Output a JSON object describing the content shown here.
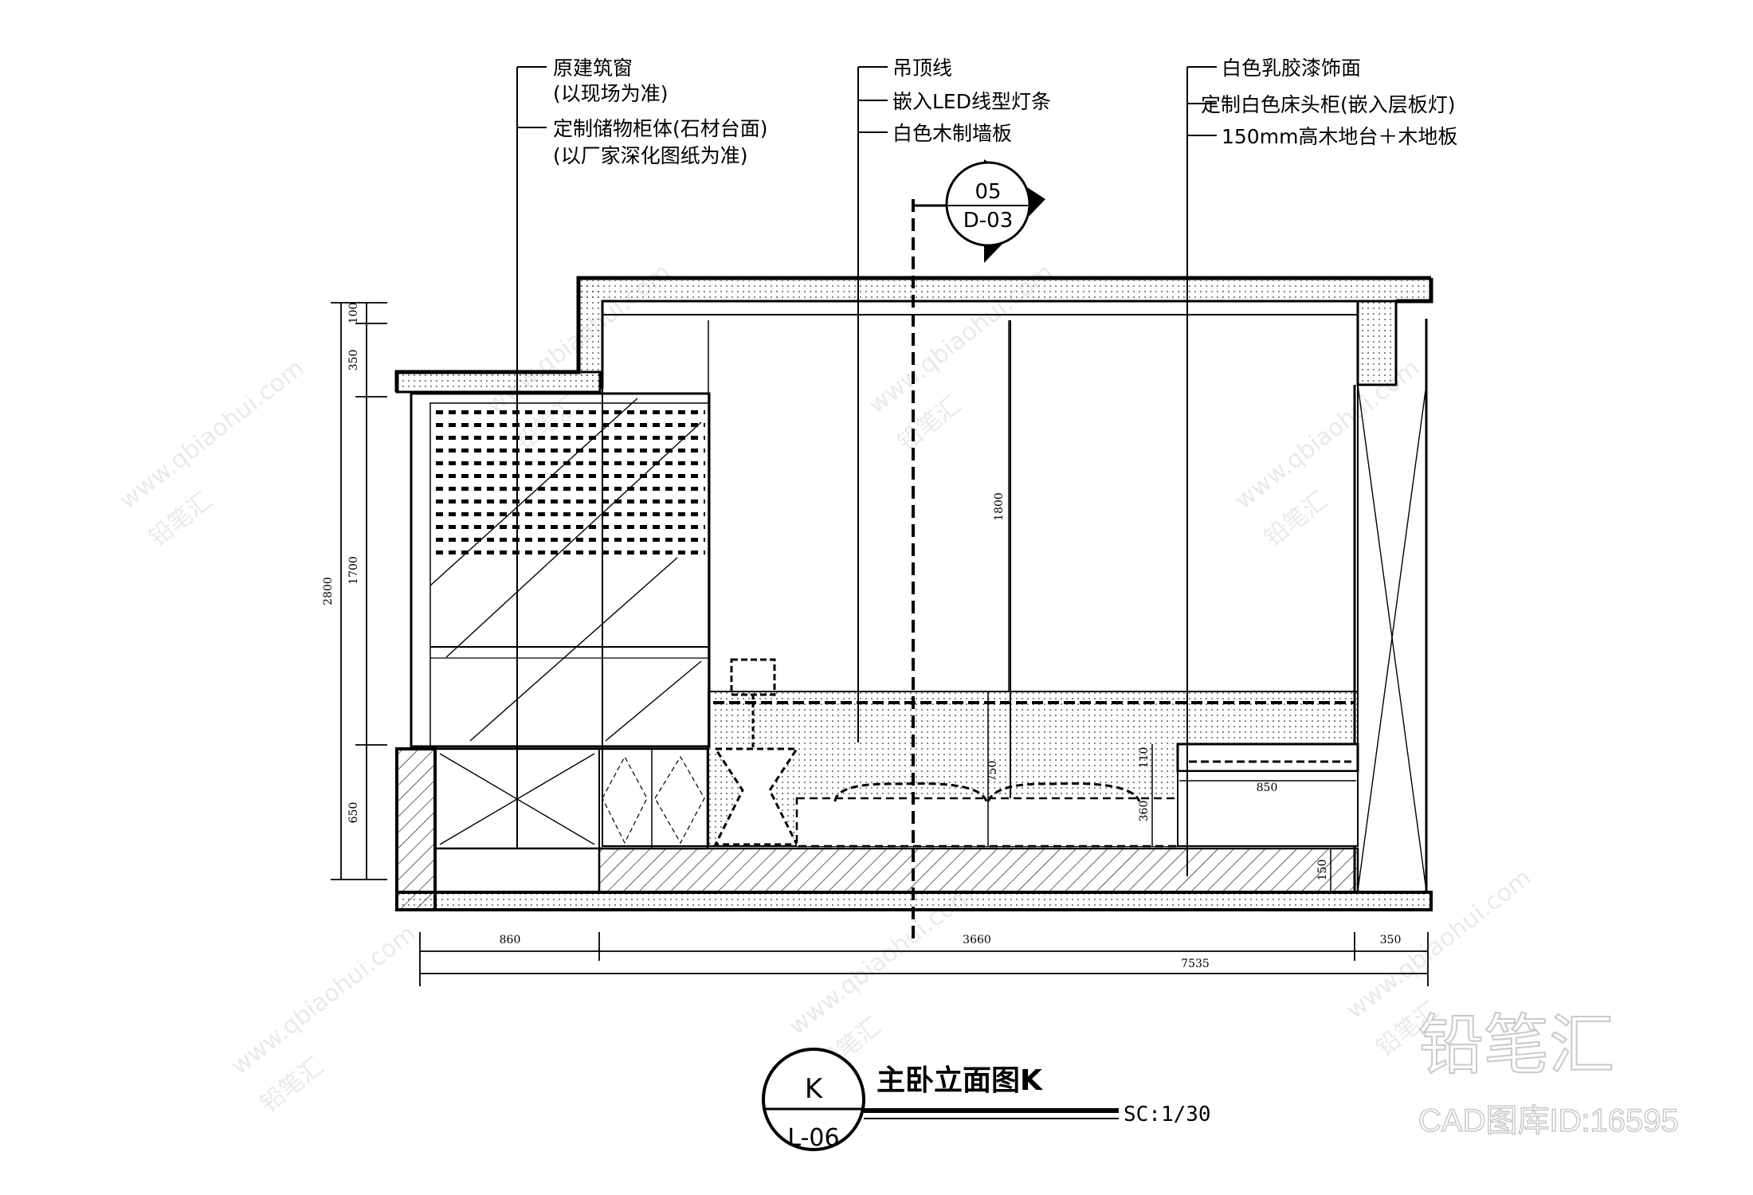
{
  "callouts": {
    "left": [
      "原建筑窗",
      "(以现场为准)",
      "定制储物柜体(石材台面)",
      "(以厂家深化图纸为准)"
    ],
    "center": [
      "吊顶线",
      "嵌入LED线型灯条",
      "白色木制墙板"
    ],
    "right": [
      "白色乳胶漆饰面",
      "定制白色床头柜(嵌入层板灯)",
      "150mm高木地台＋木地板"
    ]
  },
  "section_marker": {
    "number": "05",
    "sheet": "D-03"
  },
  "dimensions": {
    "vertical_total": "2800",
    "vertical_chain": [
      "100",
      "350",
      "1700",
      "650"
    ],
    "panel_height": "1800",
    "bed_height": "750",
    "nightstand_top": "110",
    "nightstand_height": "360",
    "nightstand_width": "850",
    "platform_height": "150",
    "horizontal_chain": [
      "860",
      "3660",
      "350"
    ],
    "horizontal_total": "7535"
  },
  "title_block": {
    "tag_letter": "K",
    "tag_sheet": "L-06",
    "title": "主卧立面图K",
    "scale": "SC:1/30"
  },
  "watermark": {
    "url": "www.qbiaohui.com",
    "brand": "铅笔汇",
    "logo": "铅笔汇",
    "catalog_id": "CAD图库ID:16595"
  }
}
